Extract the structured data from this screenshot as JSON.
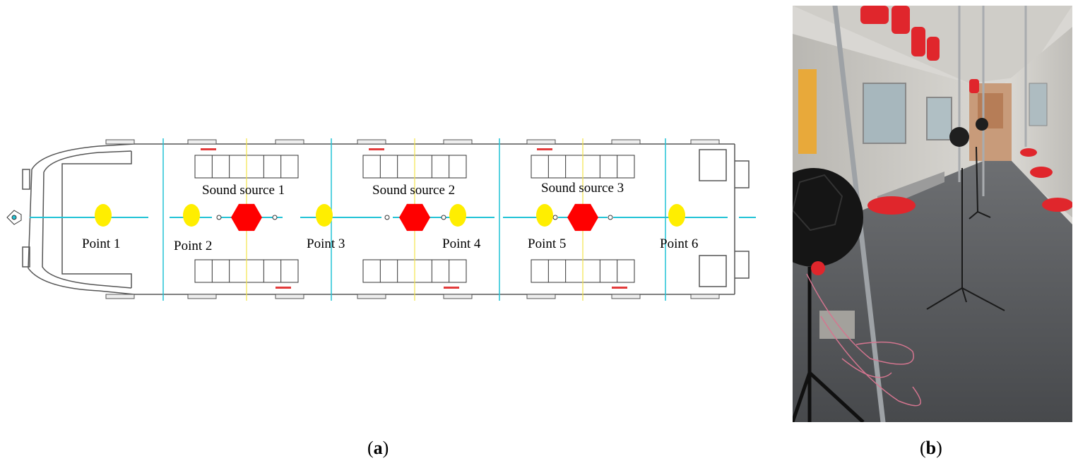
{
  "panel_a": {
    "caption_letter": "a",
    "sound_sources": [
      {
        "label": "Sound source 1"
      },
      {
        "label": "Sound source 2"
      },
      {
        "label": "Sound source 3"
      }
    ],
    "points": [
      {
        "label": "Point 1"
      },
      {
        "label": "Point 2"
      },
      {
        "label": "Point 3"
      },
      {
        "label": "Point 4"
      },
      {
        "label": "Point 5"
      },
      {
        "label": "Point 6"
      }
    ],
    "colors": {
      "outline": "#555555",
      "axis": "#22c3d6",
      "source": "#ff0000",
      "point": "#ffee00",
      "centerline": "#f4e44a",
      "door_mark": "#e33b3b"
    }
  },
  "panel_b": {
    "caption_letter": "b",
    "image_description_icon": "train-interior-photo"
  }
}
